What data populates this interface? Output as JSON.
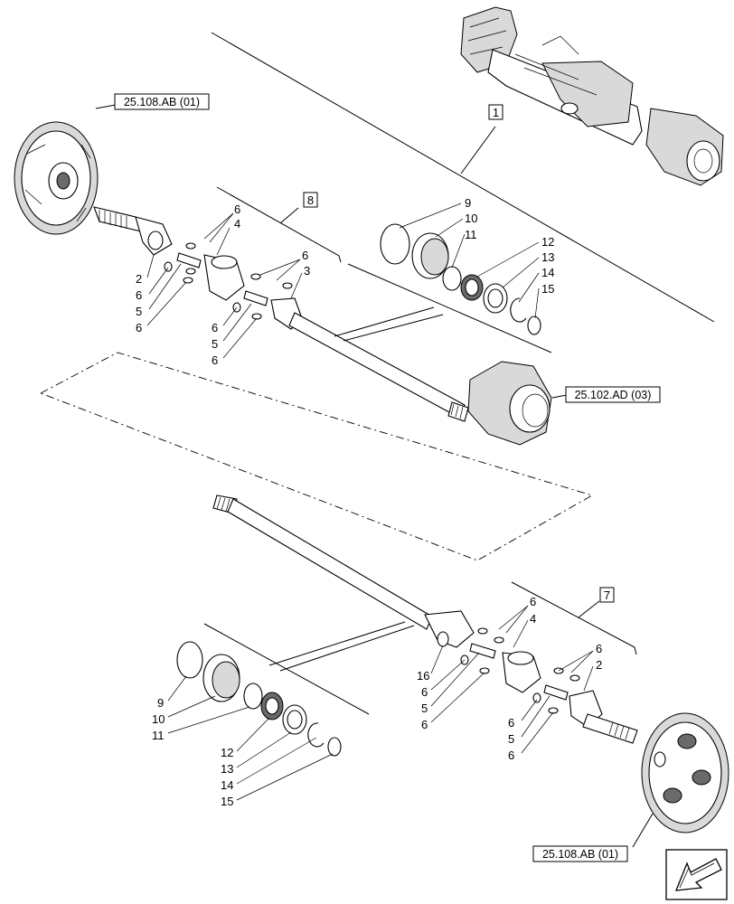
{
  "refs": {
    "ref_top_left": "25.108.AB (01)",
    "ref_mid_right": "25.102.AD (03)",
    "ref_bottom_right": "25.108.AB (01)"
  },
  "boxed": {
    "box_1": "1",
    "box_8": "8",
    "box_7": "7"
  },
  "labels_upper": {
    "u6a": "6",
    "u4": "4",
    "u2": "2",
    "u6b": "6",
    "u5a": "5",
    "u6c": "6",
    "u6d": "6",
    "u3": "3",
    "u6e": "6",
    "u5b": "5",
    "u6f": "6",
    "u9": "9",
    "u10": "10",
    "u11": "11",
    "u12": "12",
    "u13": "13",
    "u14": "14",
    "u15": "15"
  },
  "labels_lower": {
    "l6a": "6",
    "l4": "4",
    "l16": "16",
    "l6b": "6",
    "l5a": "5",
    "l6c": "6",
    "l6d": "6",
    "l2": "2",
    "l6e": "6",
    "l5b": "5",
    "l6f": "6",
    "l9": "9",
    "l10": "10",
    "l11": "11",
    "l12": "12",
    "l13": "13",
    "l14": "14",
    "l15": "15"
  },
  "icons": [
    "next-page-arrow-icon"
  ]
}
